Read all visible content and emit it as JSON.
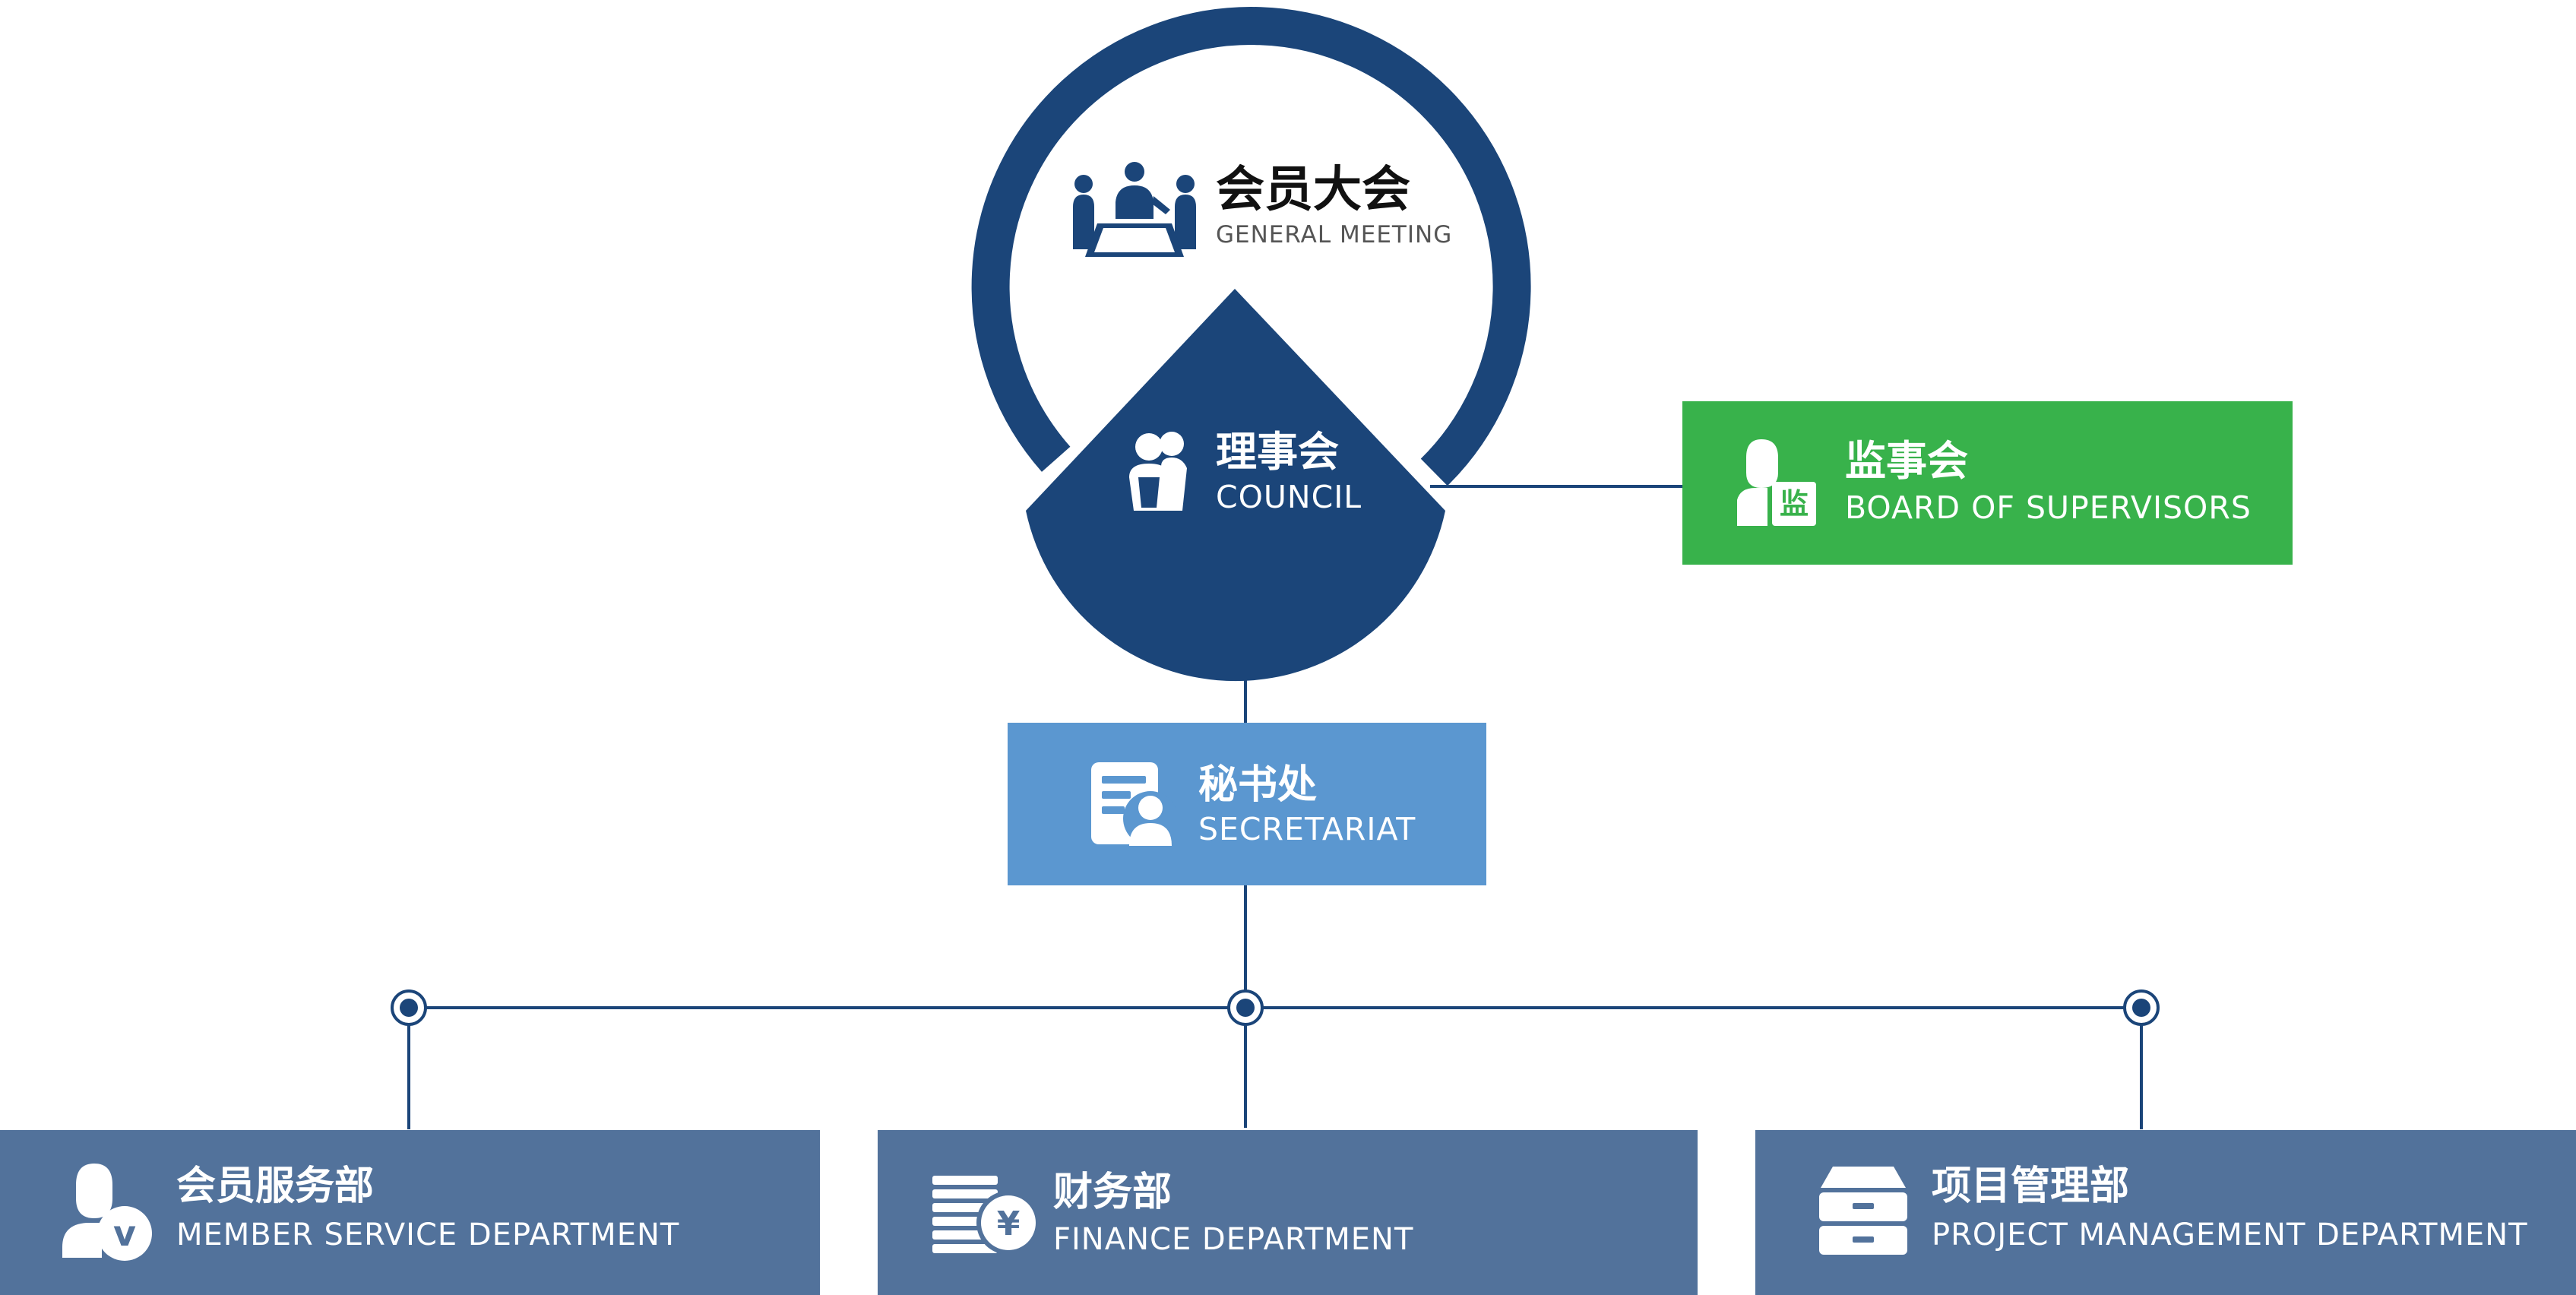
{
  "colors": {
    "navy": "#1b4579",
    "green": "#38b24b",
    "light_blue": "#5b97d0",
    "dept_blue": "#52729b",
    "line": "#1b4579"
  },
  "general_meeting": {
    "zh": "会员大会",
    "en": "GENERAL MEETING",
    "icon": "meeting-icon"
  },
  "council": {
    "zh": "理事会",
    "en": "COUNCIL",
    "icon": "people-icon"
  },
  "supervisors": {
    "zh": "监事会",
    "en": "BOARD OF SUPERVISORS",
    "icon": "supervisor-icon",
    "badge": "监"
  },
  "secretariat": {
    "zh": "秘书处",
    "en": "SECRETARIAT",
    "icon": "document-user-icon"
  },
  "departments": [
    {
      "zh": "会员服务部",
      "en": "MEMBER SERVICE DEPARTMENT",
      "icon": "member-v-icon",
      "badge": "v"
    },
    {
      "zh": "财务部",
      "en": "FINANCE DEPARTMENT",
      "icon": "coins-yen-icon",
      "badge": "¥"
    },
    {
      "zh": "项目管理部",
      "en": "PROJECT MANAGEMENT DEPARTMENT",
      "icon": "cabinet-icon"
    }
  ]
}
